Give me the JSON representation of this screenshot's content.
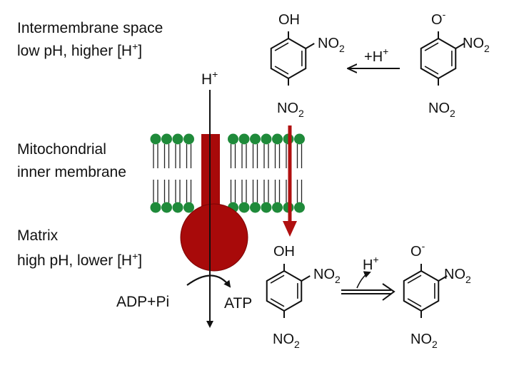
{
  "regions": {
    "intermembrane": {
      "line1": "Intermembrane space",
      "line2": "low pH, higher [H",
      "line2_sup": "+",
      "line2_end": "]"
    },
    "membrane": {
      "line1": "Mitochondrial",
      "line2": "inner membrane"
    },
    "matrix": {
      "line1": "Matrix",
      "line2": "high pH, lower [H",
      "line2_sup": "+",
      "line2_end": "]"
    }
  },
  "proton": {
    "symbol": "H",
    "charge": "+"
  },
  "atp_synthase": {
    "substrate": "ADP+Pi",
    "product": "ATP"
  },
  "molecules": {
    "hydroxyl": "OH",
    "phenolate": "O",
    "phenolate_charge": "-",
    "nitro": "NO",
    "nitro_sub": "2"
  },
  "reactions": {
    "top_protonation": {
      "plus": "+",
      "label": "H",
      "sup": "+"
    },
    "bottom_deprotonation": {
      "label": "H",
      "sup": "+"
    }
  },
  "colors": {
    "lipid_head": "#1f8a3a",
    "atp_synthase": "#a80a0a",
    "uncoupler_arrow": "#b01010",
    "text": "#111111"
  }
}
